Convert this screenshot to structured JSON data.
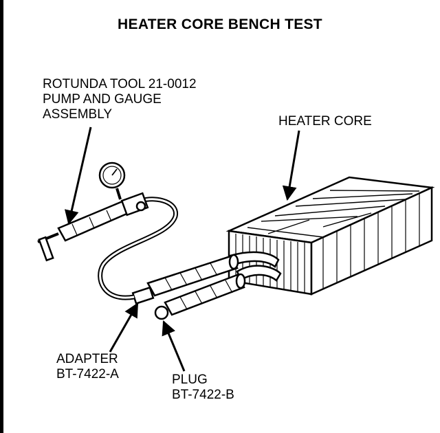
{
  "title": "HEATER CORE BENCH TEST",
  "labels": {
    "pump_line1": "ROTUNDA TOOL 21-0012",
    "pump_line2": "PUMP AND GAUGE",
    "pump_line3": "ASSEMBLY",
    "heater_core": "HEATER CORE",
    "adapter_line1": "ADAPTER",
    "adapter_line2": "BT-7422-A",
    "plug_line1": "PLUG",
    "plug_line2": "BT-7422-B"
  }
}
